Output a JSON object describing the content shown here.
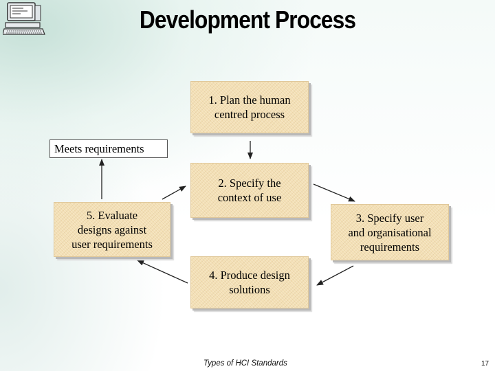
{
  "slide": {
    "title": "Development Process",
    "footer": "Types of HCI Standards",
    "page_number": "17"
  },
  "diagram": {
    "meets_label": "Meets requirements",
    "steps": [
      {
        "label": "1. Plan the human\ncentred process"
      },
      {
        "label": "2. Specify the\ncontext of use"
      },
      {
        "label": "3. Specify user\nand organisational\nrequirements"
      },
      {
        "label": "4. Produce design\nsolutions"
      },
      {
        "label": "5. Evaluate\ndesigns against\nuser requirements"
      }
    ]
  },
  "icons": {
    "logo": "computer-terminal-icon"
  }
}
